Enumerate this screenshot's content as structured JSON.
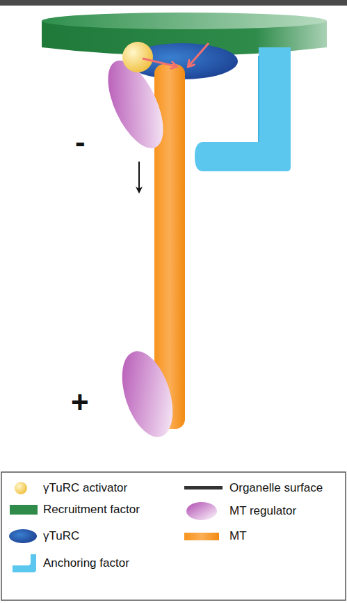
{
  "diagram": {
    "labels": [
      "-",
      "+"
    ],
    "legend": [
      {
        "text": "γTuRC activator"
      },
      {
        "text": "Organelle surface"
      },
      {
        "text": "Recruitment factor"
      },
      {
        "text": "MT regulator"
      },
      {
        "text": "γTuRC"
      },
      {
        "text": "MT"
      },
      {
        "text": "Anchoring factor"
      }
    ]
  }
}
